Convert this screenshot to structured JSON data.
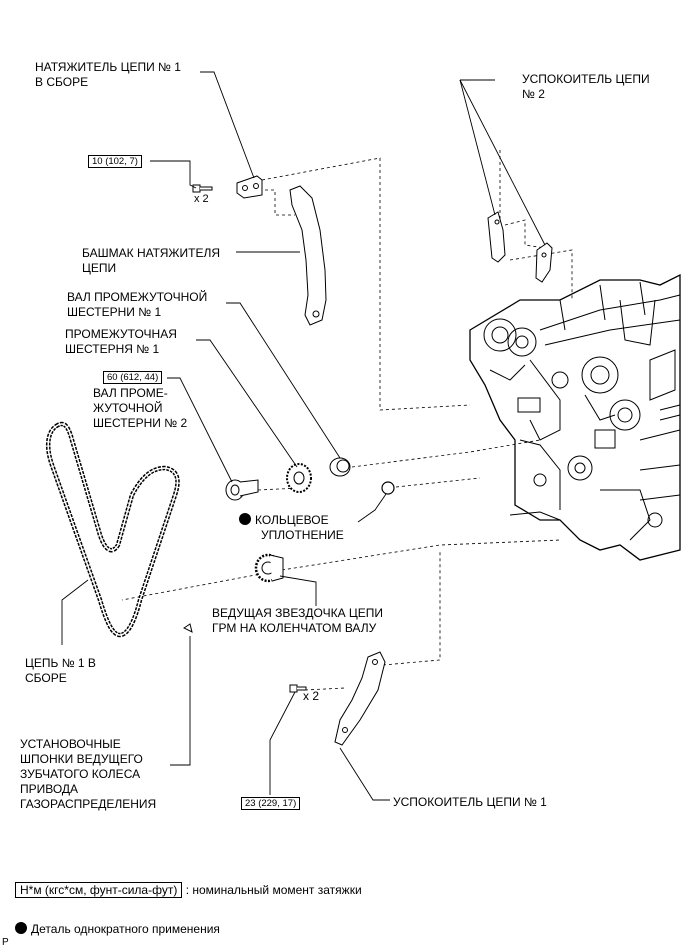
{
  "labels": {
    "tensioner_line1": "НАТЯЖИТЕЛЬ ЦЕПИ № 1",
    "tensioner_line2": "В СБОРЕ",
    "damper2_line1": "УСПОКОИТЕЛЬ ЦЕПИ",
    "damper2_line2": "№ 2",
    "slipper_line1": "БАШМАК НАТЯЖИТЕЛЯ",
    "slipper_line2": "ЦЕПИ",
    "idler_shaft1_line1": "ВАЛ ПРОМЕЖУТОЧНОЙ",
    "idler_shaft1_line2": "ШЕСТЕРНИ № 1",
    "idler_gear1_line1": "ПРОМЕЖУТОЧНАЯ",
    "idler_gear1_line2": "ШЕСТЕРНЯ № 1",
    "idler_shaft2_line1": "ВАЛ ПРОМЕ-",
    "idler_shaft2_line2": "ЖУТОЧНОЙ",
    "idler_shaft2_line3": "ШЕСТЕРНИ № 2",
    "oring_line1": "КОЛЬЦЕВОЕ",
    "oring_line2": "УПЛОТНЕНИЕ",
    "sprocket_line1": "ВЕДУЩАЯ ЗВЕЗДОЧКА ЦЕПИ",
    "sprocket_line2": "ГРМ НА КОЛЕНЧАТОМ ВАЛУ",
    "chain_line1": "ЦЕПЬ № 1 В",
    "chain_line2": "СБОРЕ",
    "keys_line1": "УСТАНОВОЧНЫЕ",
    "keys_line2": "ШПОНКИ ВЕДУЩЕГО",
    "keys_line3": "ЗУБЧАТОГО КОЛЕСА",
    "keys_line4": "ПРИВОДА",
    "keys_line5": "ГАЗОРАСПРЕДЕЛЕНИЯ",
    "damper1": "УСПОКОИТЕЛЬ ЦЕПИ № 1"
  },
  "torques": {
    "t1": "10 (102, 7)",
    "t2": "60 (612, 44)",
    "t3": "23 (229, 17)"
  },
  "quantities": {
    "q1": "x 2",
    "q2": "x 2"
  },
  "legend": {
    "torque_unit": "Н*м (кгс*см, фунт-сила-фут)",
    "torque_desc": ": номинальный момент затяжки",
    "single_use": "Деталь однократного применения"
  },
  "corner_mark": "P"
}
